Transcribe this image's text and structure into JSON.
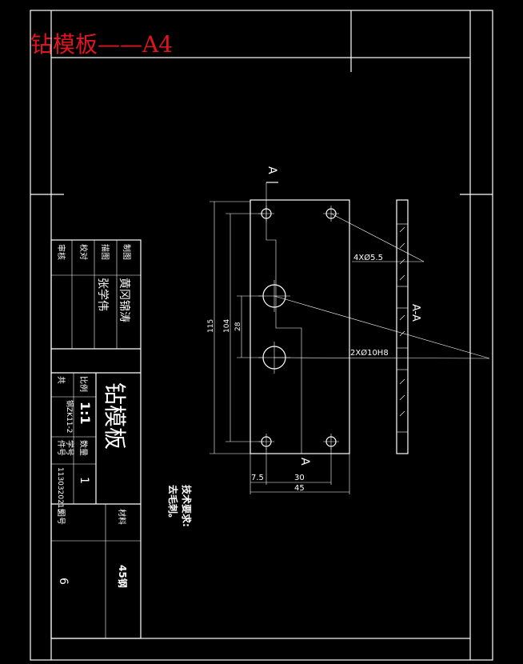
{
  "banner": {
    "title": "钻模板——A4",
    "color": "#e0141e"
  },
  "drawing": {
    "section_marks": {
      "left": "A",
      "bottom": "A"
    },
    "section_label": "A-A",
    "callouts": {
      "small_holes": "4XØ5.5",
      "large_holes": "2XØ10H8"
    },
    "dimensions": {
      "d115": "115",
      "d104": "104",
      "d28": "28",
      "d7_5": "7.5",
      "d30": "30",
      "d45": "45"
    },
    "notes": {
      "heading": "技术要求:",
      "line1": "去毛刺。"
    }
  },
  "title_block": {
    "name": "钻模板",
    "roles": [
      "制图",
      "描图",
      "校对",
      "审核"
    ],
    "people": [
      "黄冈锦涛",
      "张学伟"
    ],
    "scale_label": "比例",
    "scale_value": "1:1",
    "qty_label": "数量",
    "qty_value": "1",
    "sheet_label": "件号",
    "sheet_value": "钢ZK11-2",
    "class_label": "学号",
    "class_value": "1130320215",
    "ratio_char": "共",
    "drawing_no_label": "图号",
    "drawing_no_value": "6",
    "material_label": "材料",
    "material_value": "45钢"
  }
}
